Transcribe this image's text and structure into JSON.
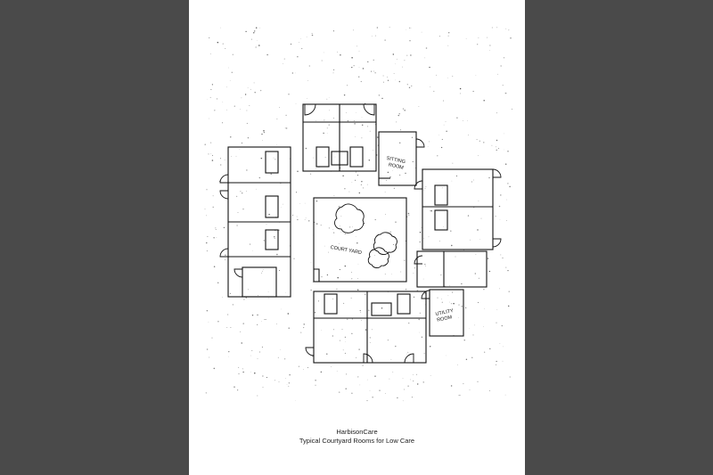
{
  "plan": {
    "labels": {
      "sitting_room_line1": "SITTING",
      "sitting_room_line2": "ROOM",
      "courtyard": "COURT YARD",
      "utility_room_line1": "UTILITY",
      "utility_room_line2": "ROOM"
    }
  },
  "caption": {
    "line1": "HarbisonCare",
    "line2": "Typical Courtyard Rooms for Low Care"
  },
  "colors": {
    "background": "#4a4a4a",
    "paper": "#ffffff",
    "ink": "#111111"
  }
}
